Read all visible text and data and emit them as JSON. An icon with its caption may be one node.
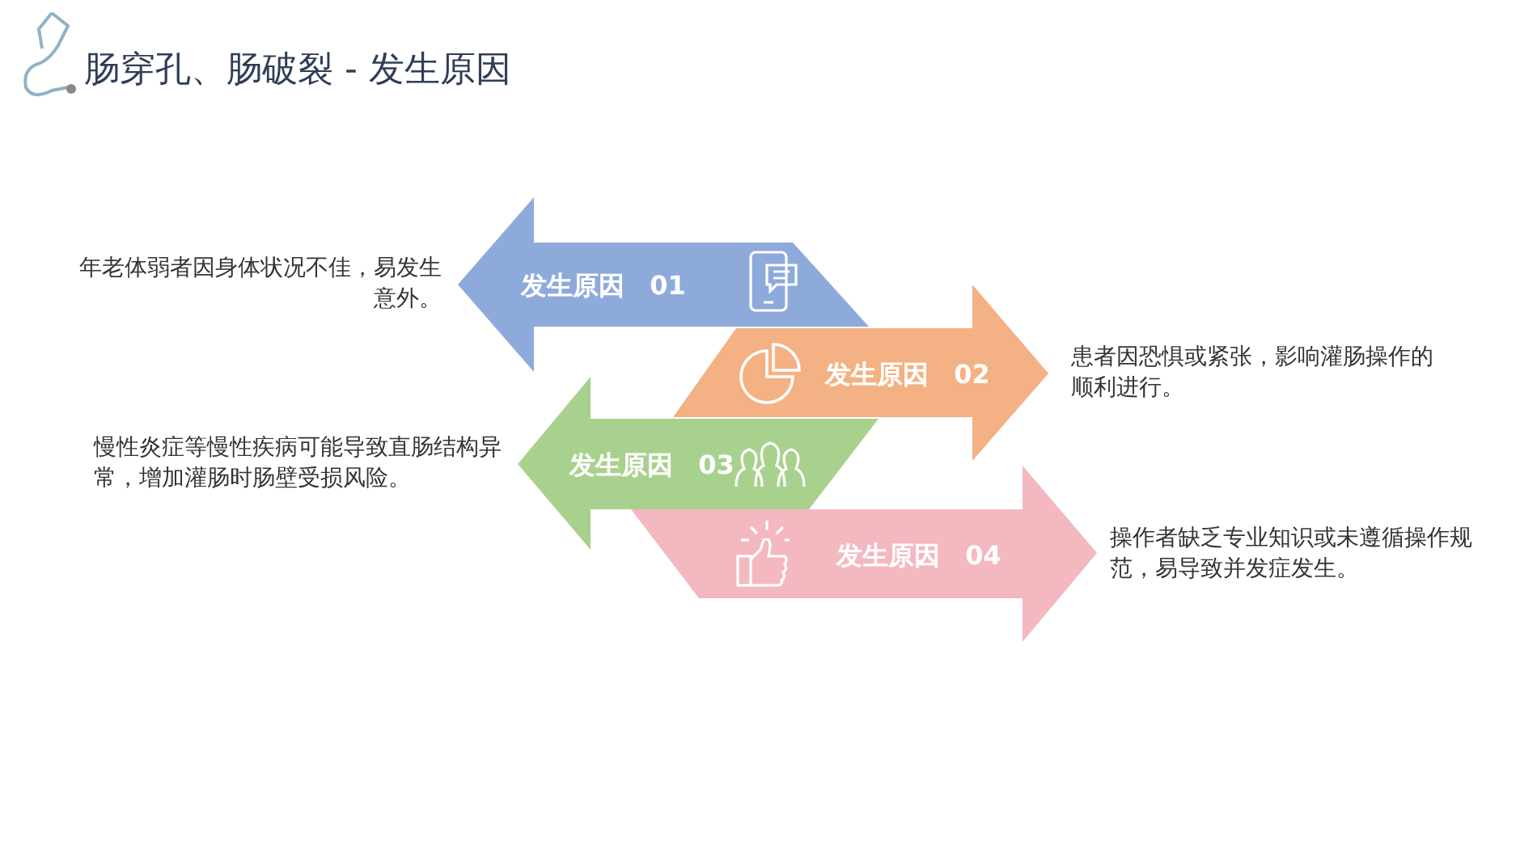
{
  "diagram": {
    "title": "肠穿孔、肠破裂 - 发生原因",
    "nodes": [
      {
        "text": [
          "发生原因 01"
        ],
        "beside": [
          "年老体弱者因身体状况不佳，易发生意外。"
        ]
      },
      {
        "text": [
          "发生原因 02"
        ],
        "beside": [
          "患者因恐惧或紧张，影响灌肠操作的顺利进行。"
        ]
      },
      {
        "text": [
          "发生原因 03"
        ],
        "beside": [
          "慢性炎症等慢性疾病可能导致直肠结构异常，增加灌肠时肠壁受损风险。"
        ]
      },
      {
        "text": [
          "发生原因 04"
        ],
        "beside": [
          "操作者缺乏专业知识或未遵循操作规范，易导致并发症发生。"
        ]
      }
    ],
    "edges": []
  }
}
